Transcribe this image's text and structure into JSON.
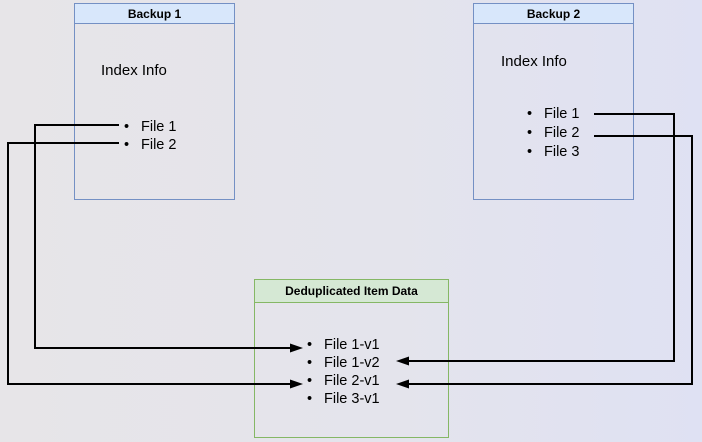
{
  "diagram": {
    "boxes": {
      "backup1": {
        "title": "Backup 1",
        "index_label": "Index Info",
        "files": [
          "File 1",
          "File 2"
        ]
      },
      "backup2": {
        "title": "Backup 2",
        "index_label": "Index Info",
        "files": [
          "File 1",
          "File 2",
          "File 3"
        ]
      },
      "dedup": {
        "title": "Deduplicated Item Data",
        "items": [
          "File 1-v1",
          "File 1-v2",
          "File 2-v1",
          "File 3-v1"
        ]
      }
    },
    "connections": [
      {
        "from": "Backup 1 / File 1",
        "to": "File 1-v1",
        "direction": "left-around"
      },
      {
        "from": "Backup 1 / File 2",
        "to": "File 2-v1",
        "direction": "left-around"
      },
      {
        "from": "Backup 2 / File 1",
        "to": "File 1-v2",
        "direction": "right-around"
      },
      {
        "from": "Backup 2 / File 2",
        "to": "File 2-v1",
        "direction": "right-around"
      }
    ],
    "colors": {
      "background_left": "#e7e5e8",
      "background_right": "#dfe1f3",
      "backup_header_fill": "#d8e7fb",
      "backup_border": "#7490c4",
      "dedup_header_fill": "#d5e8d4",
      "dedup_border": "#85b765",
      "connector": "#000000",
      "text": "#000000"
    }
  }
}
